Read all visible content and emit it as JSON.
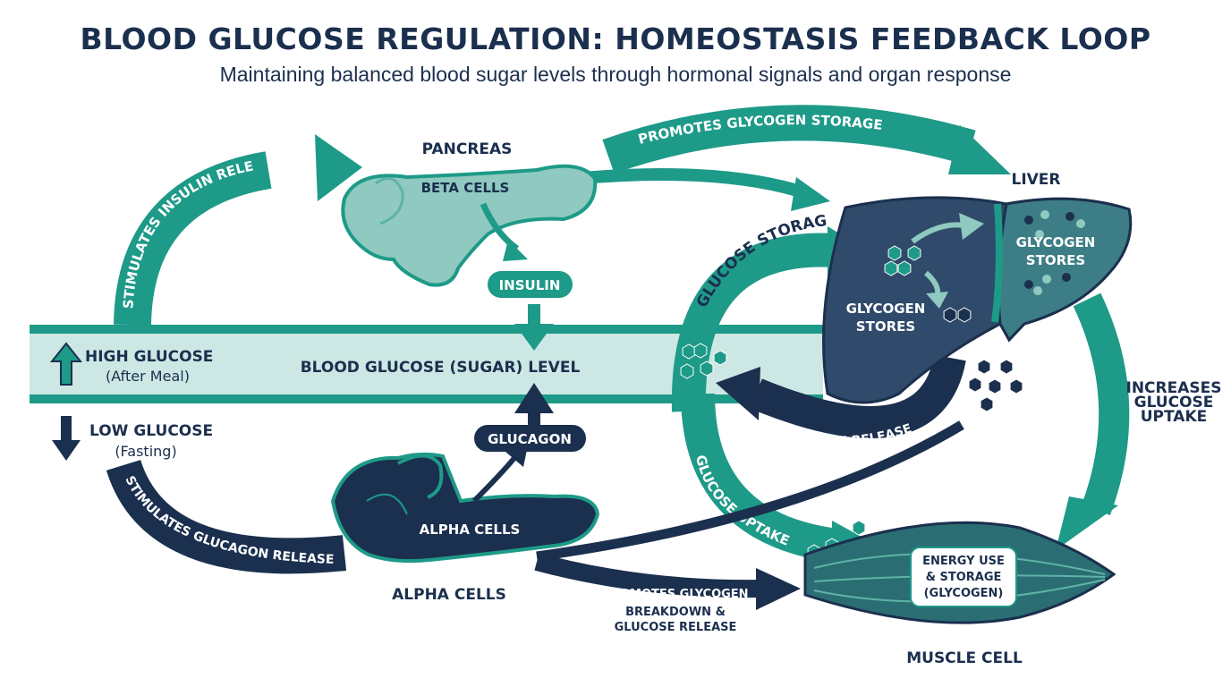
{
  "header": {
    "title": "BLOOD GLUCOSE REGULATION: HOMEOSTASIS FEEDBACK LOOP",
    "subtitle": "Maintaining balanced blood sugar levels through hormonal signals and organ response"
  },
  "bloodstream": {
    "label": "BLOOD GLUCOSE (SUGAR) LEVEL",
    "high_label": "HIGH GLUCOSE",
    "high_sub": "(After Meal)",
    "low_label": "LOW GLUCOSE",
    "low_sub": "(Fasting)"
  },
  "pancreas": {
    "title": "PANCREAS",
    "beta_cells": "BETA CELLS",
    "insulin": "INSULIN",
    "alpha_cells_inner": "ALPHA CELLS",
    "alpha_cells_title": "ALPHA CELLS",
    "glucagon": "GLUCAGON"
  },
  "liver": {
    "title": "LIVER",
    "glycogen_stores_left_1": "GLYCOGEN",
    "glycogen_stores_left_2": "STORES",
    "glycogen_stores_right_1": "GLYCOGEN",
    "glycogen_stores_right_2": "STORES"
  },
  "muscle": {
    "title": "MUSCLE CELL",
    "box_line1": "ENERGY USE",
    "box_line2": "& STORAGE",
    "box_line3": "(GLYCOGEN)"
  },
  "arrows": {
    "stimulates_insulin": "STIMULATES INSULIN RELEASE",
    "promotes_storage": "PROMOTES GLYCOGEN STORAGE",
    "glucose_storage": "GLUCOSE STORAGE",
    "glucose_release": "GLUCOSE RELEASE",
    "glucose_uptake": "GLUCOSE UPTAKE",
    "increases_1": "INCREASES",
    "increases_2": "GLUCOSE",
    "increases_3": "UPTAKE",
    "stimulates_glucagon": "STIMULATES GLUCAGON RELEASE",
    "promotes_breakdown_1": "PROMOTES GLYCOGEN",
    "promotes_breakdown_2": "BREAKDOWN &",
    "promotes_breakdown_3": "GLUCOSE RELEASE"
  },
  "colors": {
    "navy": "#1b2f4e",
    "teal": "#1e9a88",
    "light_teal": "#8fc9bf",
    "band": "#cde8e4"
  }
}
